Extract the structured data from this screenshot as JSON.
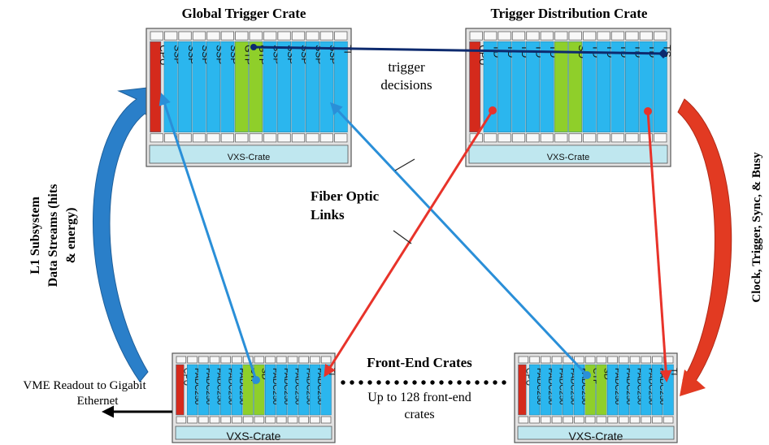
{
  "colors": {
    "card_blue": "#2bb6ee",
    "cpu_red": "#d42a1c",
    "link_green": "#8fcf2a",
    "crate_bg": "#e3e3e3",
    "vxs_fill": "#bfe7ef",
    "blue_link": "#2a8fd8",
    "red_link": "#e8332a",
    "navy_link": "#0d2a6e",
    "blue_arrow": "#2a7fc9",
    "red_arrow": "#e23a22"
  },
  "crates": [
    {
      "id": "global",
      "title": "Global Trigger Crate",
      "backplane": "VXS-Crate",
      "cards": [
        "CPU",
        "SSP",
        "SSP",
        "SSP",
        "SSP",
        "SSP",
        "GTP",
        "GTP",
        "SSP",
        "SSP",
        "SSP",
        "SSP",
        "SSP",
        "TI"
      ],
      "card_types": [
        "cpu",
        "blue",
        "blue",
        "blue",
        "blue",
        "blue",
        "green",
        "green",
        "blue",
        "blue",
        "blue",
        "blue",
        "blue",
        "blue"
      ]
    },
    {
      "id": "distribution",
      "title": "Trigger Distribution Crate",
      "backplane": "VXS-Crate",
      "cards": [
        "CPU",
        "TD",
        "TD",
        "TD",
        "TD",
        "TD",
        "",
        "SD",
        "TD",
        "TD",
        "TD",
        "TD",
        "TD",
        "TS"
      ],
      "card_types": [
        "cpu",
        "blue",
        "blue",
        "blue",
        "blue",
        "blue",
        "green",
        "green",
        "blue",
        "blue",
        "blue",
        "blue",
        "blue",
        "blue"
      ]
    },
    {
      "id": "frontend1",
      "title": "",
      "backplane": "VXS-Crate",
      "cards": [
        "CPU",
        "FADC250",
        "FADC250",
        "FADC250",
        "FADC250",
        "FADC250",
        "CTP",
        "SD",
        "FADC250",
        "FADC250",
        "FADC250",
        "FADC250",
        "FADC250",
        "TI"
      ],
      "card_types": [
        "cpu",
        "blue",
        "blue",
        "blue",
        "blue",
        "blue",
        "green",
        "green",
        "blue",
        "blue",
        "blue",
        "blue",
        "blue",
        "blue"
      ]
    },
    {
      "id": "frontend2",
      "title": "",
      "backplane": "VXS-Crate",
      "cards": [
        "CPU",
        "FADC250",
        "FADC250",
        "FADC250",
        "FADC250",
        "FADC250",
        "CTP",
        "SD",
        "FADC250",
        "FADC250",
        "FADC250",
        "FADC250",
        "FADC250",
        "TI"
      ],
      "card_types": [
        "cpu",
        "blue",
        "blue",
        "blue",
        "blue",
        "blue",
        "green",
        "green",
        "blue",
        "blue",
        "blue",
        "blue",
        "blue",
        "blue"
      ]
    }
  ],
  "labels": {
    "trigger_decisions": [
      "trigger",
      "decisions"
    ],
    "fiber_optic": [
      "Fiber Optic",
      "Links"
    ],
    "front_end": "Front-End Crates",
    "up_to": [
      "Up to 128 front-end",
      "crates"
    ],
    "vme_readout": [
      "VME Readout to Gigabit",
      "Ethernet"
    ],
    "left_side": [
      "L1 Subsystem",
      "Data Streams (hits",
      "& energy)"
    ],
    "right_side": "Clock, Trigger, Sync, & Busy"
  }
}
